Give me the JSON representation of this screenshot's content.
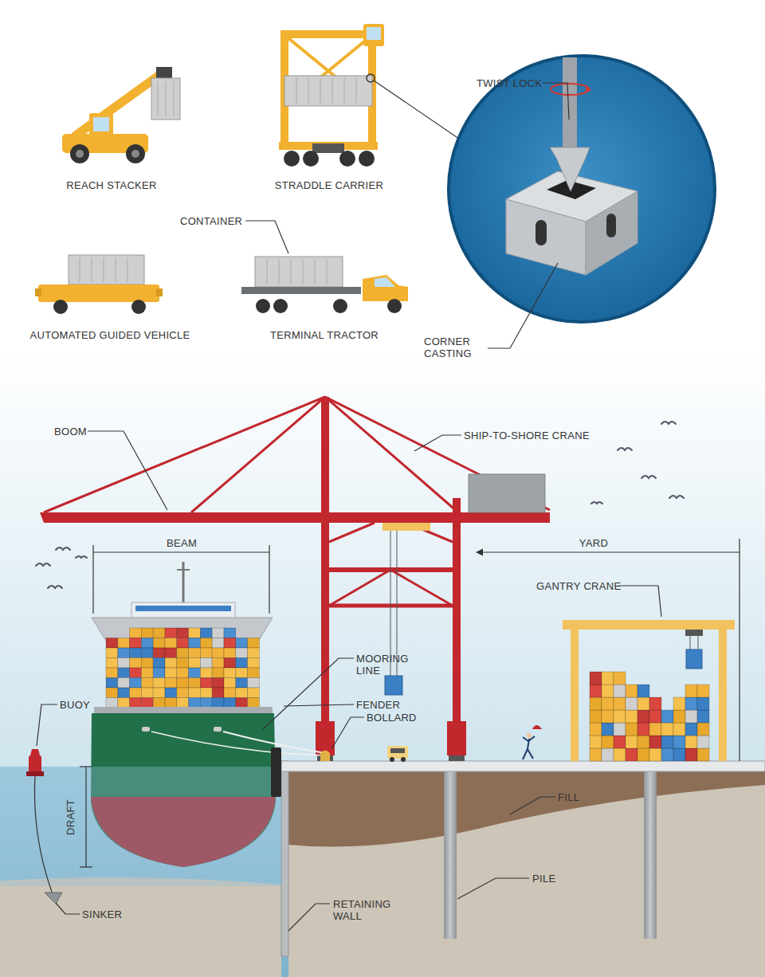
{
  "diagram": {
    "labels": [
      "REACH STACKER",
      "STRADDLE CARRIER",
      "TWIST LOCK",
      "CONTAINER",
      "AUTOMATED GUIDED VEHICLE",
      "TERMINAL TRACTOR",
      "CORNER CASTING",
      "BOOM",
      "SHIP-TO-SHORE CRANE",
      "BEAM",
      "YARD",
      "GANTRY CRANE",
      "MOORING LINE",
      "BUOY",
      "FENDER",
      "BOLLARD",
      "DRAFT",
      "FILL",
      "PILE",
      "SINKER",
      "RETAINING WALL"
    ]
  }
}
